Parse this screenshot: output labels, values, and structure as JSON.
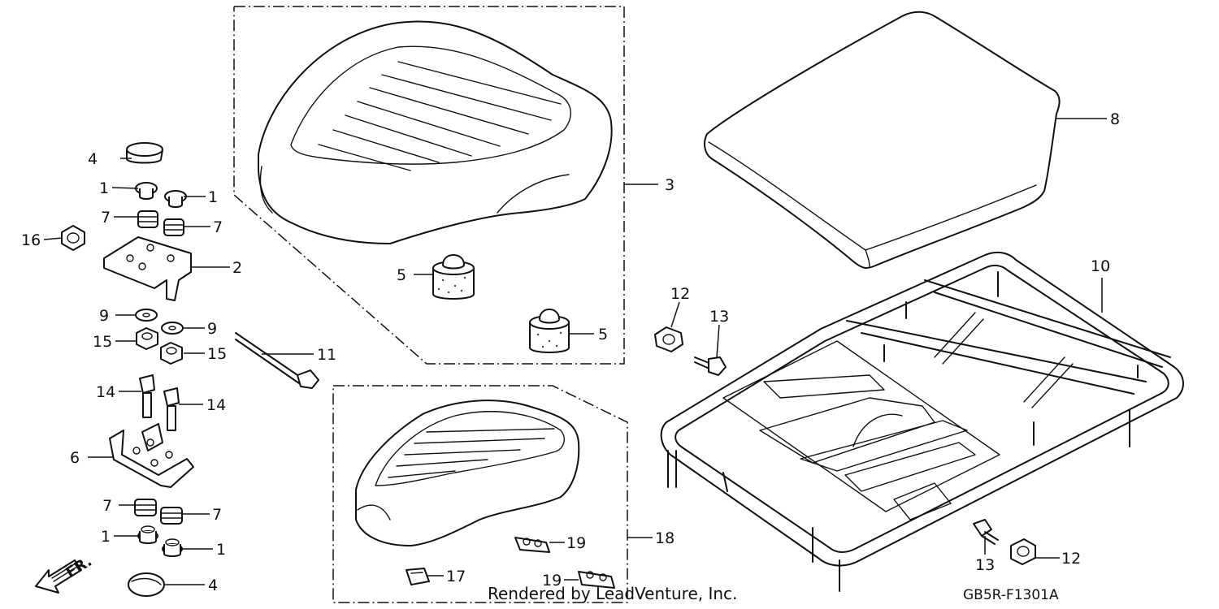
{
  "diagram": {
    "title": "",
    "callouts": {
      "c1": "1",
      "c2": "2",
      "c3": "3",
      "c4": "4",
      "c5": "5",
      "c6": "6",
      "c7": "7",
      "c8": "8",
      "c9": "9",
      "c10": "10",
      "c11": "11",
      "c12": "12",
      "c13": "13",
      "c14": "14",
      "c15": "15",
      "c16": "16",
      "c17": "17",
      "c18": "18",
      "c19": "19"
    },
    "direction_label": "FR.",
    "footer_text": "Rendered by LeadVenture, Inc.",
    "diagram_code": "GB5R-F1301A"
  }
}
